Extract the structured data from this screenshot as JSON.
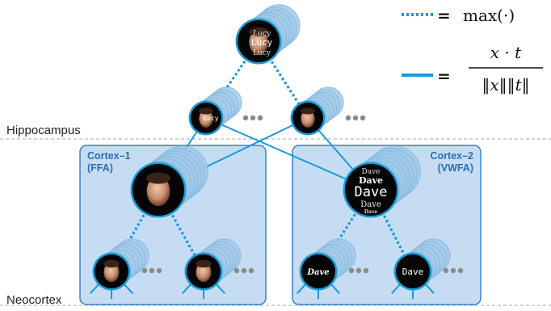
{
  "regions": {
    "hippocampus": "Hippocampus",
    "neocortex": "Neocortex"
  },
  "cortex1": {
    "name": "Cortex–1",
    "area": "(FFA)"
  },
  "cortex2": {
    "name": "Cortex–2",
    "area": "(VWFA)"
  },
  "legend": {
    "max_label": "max(·)",
    "cosine_numerator": "x · t",
    "cosine_denominator": "‖x‖‖t‖",
    "equals": "="
  },
  "node_text": {
    "top_lines": [
      "Lucy",
      "Lucy",
      "Lucy"
    ],
    "hipp_left": "Lucy",
    "dave_lines": [
      "Dave",
      "Dave",
      "Dave",
      "Dave",
      "Dave"
    ],
    "leaf_dave_bold": "Dave",
    "leaf_dave_mono": "Dave"
  },
  "colors": {
    "accent": "#1a9ad6",
    "cortex_fill": "#c6dcf2",
    "cortex_border": "#3a7fc4",
    "ghost": "#a8cdea",
    "dashed_divider": "#bbbbbb",
    "ellipsis": "#8a8a8a"
  },
  "icons": [
    "ellipsis-icon",
    "face-icon"
  ]
}
